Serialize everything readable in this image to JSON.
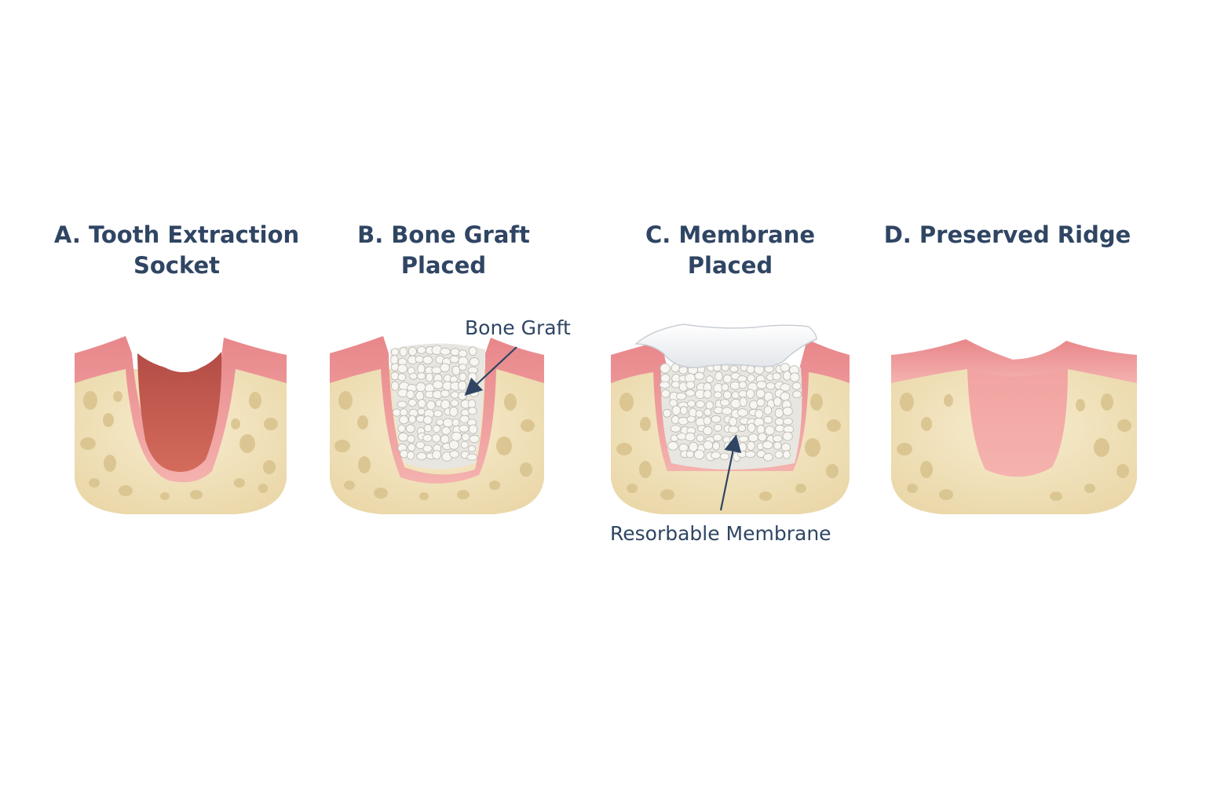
{
  "panels": [
    {
      "id": "a",
      "title_line1": "A. Tooth Extraction",
      "title_line2": "Socket"
    },
    {
      "id": "b",
      "title_line1": "B. Bone Graft Placed"
    },
    {
      "id": "c",
      "title_line1": "C. Membrane Placed"
    },
    {
      "id": "d",
      "title_line1": "D. Preserved Ridge"
    }
  ],
  "callouts": {
    "bone_graft": "Bone Graft",
    "membrane": "Resorbable Membrane"
  },
  "colors": {
    "title_text": "#2f4563",
    "bone": "#f3e6c3",
    "bone_pore": "#d9c48f",
    "gum": "#ef9f9f",
    "gum_dark": "#d96f73",
    "socket_tissue": "#c45d50",
    "graft_particles": "#f4f3ef",
    "membrane": "#f6f7f9",
    "healed_tissue": "#f4a7a5",
    "arrow": "#2f4563"
  }
}
